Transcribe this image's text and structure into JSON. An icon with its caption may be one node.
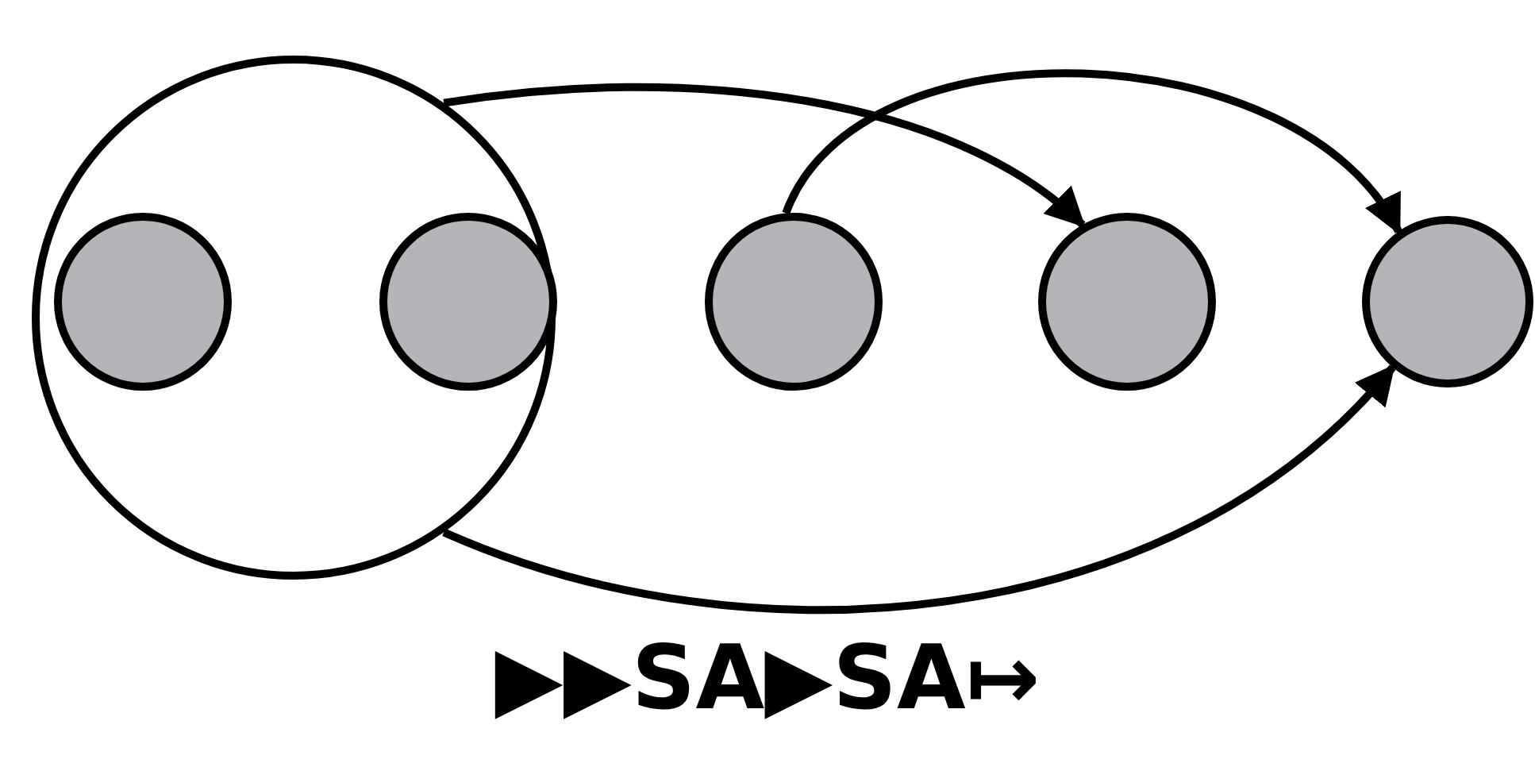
{
  "diagram": {
    "nodes": [
      {
        "text": [],
        "shape": "circle"
      },
      {
        "text": [],
        "shape": "circle",
        "in": 0
      },
      {
        "text": [],
        "shape": "circle",
        "in": 0
      },
      {
        "text": [],
        "shape": "circle"
      },
      {
        "text": [],
        "shape": "circle"
      },
      {
        "text": [],
        "shape": "circle"
      }
    ],
    "edges": [
      {
        "from": 0,
        "to": 4,
        "arrow": "to"
      },
      {
        "from": 3,
        "to": 5,
        "arrow": "to"
      },
      {
        "from": 0,
        "to": 5,
        "arrow": "to"
      }
    ],
    "labels": [
      "▶▶SA▶SA↦"
    ]
  }
}
